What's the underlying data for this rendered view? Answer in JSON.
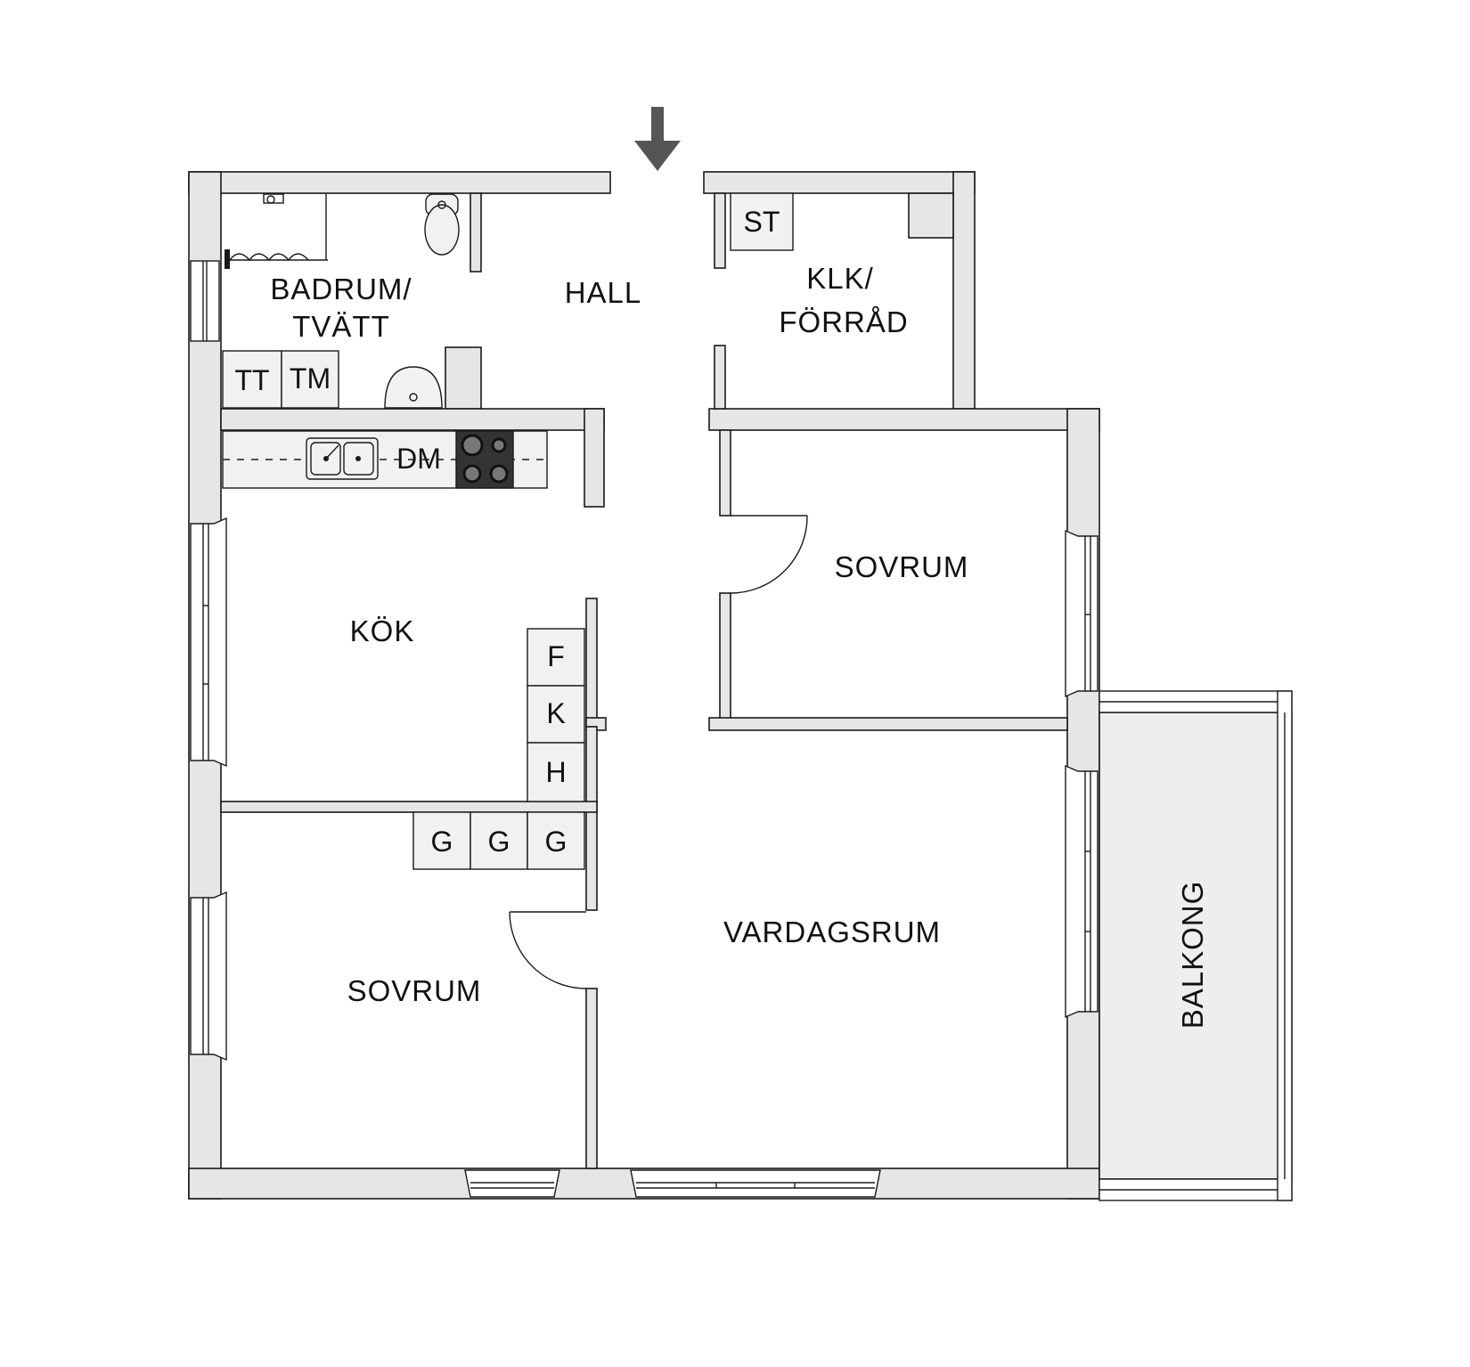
{
  "rooms": {
    "badrum_line1": "BADRUM/",
    "badrum_line2": "TVÄTT",
    "hall": "HALL",
    "klk_line1": "KLK/",
    "klk_line2": "FÖRRÅD",
    "kok": "KÖK",
    "sovrum_right": "SOVRUM",
    "sovrum_left": "SOVRUM",
    "vardagsrum": "VARDAGSRUM",
    "balkong": "BALKONG"
  },
  "fixtures": {
    "st": "ST",
    "tt": "TT",
    "tm": "TM",
    "dm": "DM",
    "f": "F",
    "k": "K",
    "h": "H",
    "g1": "G",
    "g2": "G",
    "g3": "G"
  },
  "icons": [
    "entrance-arrow-icon",
    "toilet-icon",
    "sink-icon",
    "shower-icon",
    "double-sink-icon",
    "stove-icon",
    "door-swing-icon"
  ],
  "colors": {
    "wall": "#e6e6e6",
    "outline": "#1a1a1a",
    "stove": "#333333",
    "arrow": "#555555",
    "balcony": "#eeeeee"
  }
}
